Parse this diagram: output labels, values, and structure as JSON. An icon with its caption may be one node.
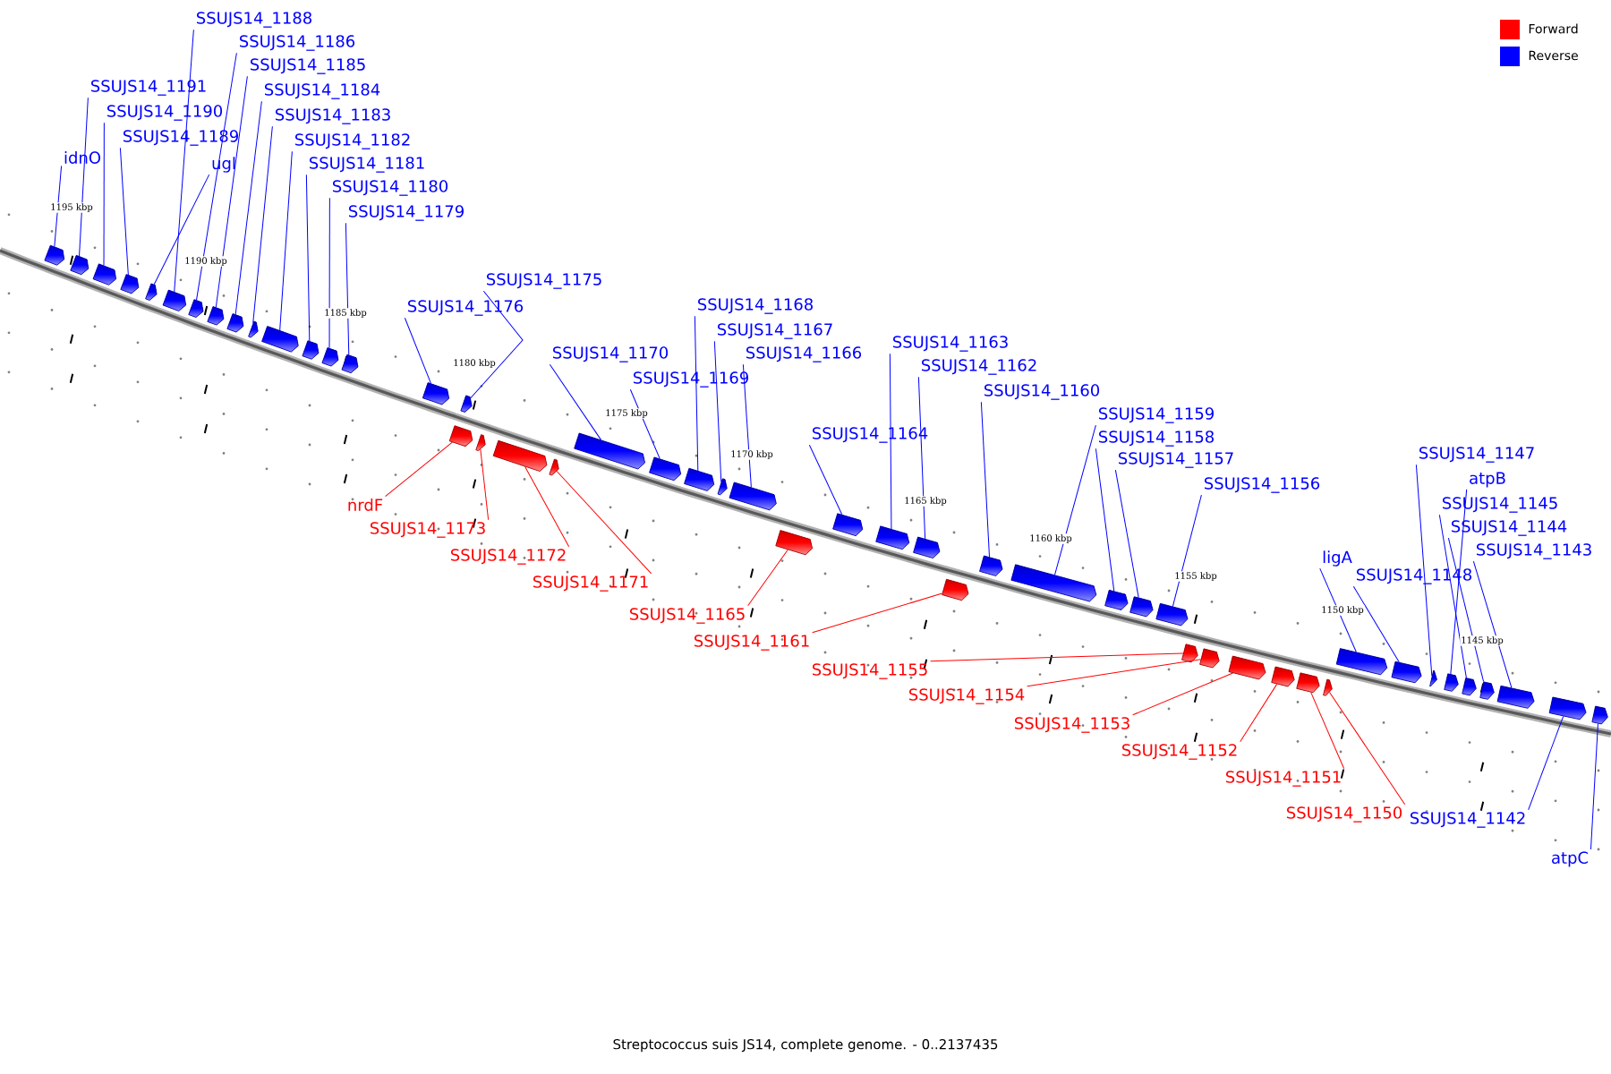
{
  "diagram": {
    "caption": "Streptococcus suis JS14, complete genome. - 0..2137435",
    "nodes": [
      {
        "text": [
          "idnO"
        ]
      },
      {
        "text": [
          "SSUJS14_1191"
        ]
      },
      {
        "text": [
          "SSUJS14_1190"
        ]
      },
      {
        "text": [
          "SSUJS14_1189"
        ]
      },
      {
        "text": [
          "ugl"
        ]
      },
      {
        "text": [
          "SSUJS14_1188"
        ]
      },
      {
        "text": [
          "SSUJS14_1186"
        ]
      },
      {
        "text": [
          "SSUJS14_1185"
        ]
      },
      {
        "text": [
          "SSUJS14_1184"
        ]
      },
      {
        "text": [
          "SSUJS14_1183"
        ]
      },
      {
        "text": [
          "SSUJS14_1182"
        ]
      },
      {
        "text": [
          "SSUJS14_1181"
        ]
      },
      {
        "text": [
          "SSUJS14_1180"
        ]
      },
      {
        "text": [
          "SSUJS14_1179"
        ]
      },
      {
        "text": [
          "SSUJS14_1176"
        ]
      },
      {
        "text": [
          "SSUJS14_1175"
        ]
      },
      {
        "text": [
          "SSUJS14_1170"
        ]
      },
      {
        "text": [
          "SSUJS14_1169"
        ]
      },
      {
        "text": [
          "SSUJS14_1168"
        ]
      },
      {
        "text": [
          "SSUJS14_1167"
        ]
      },
      {
        "text": [
          "SSUJS14_1166"
        ]
      },
      {
        "text": [
          "SSUJS14_1164"
        ]
      },
      {
        "text": [
          "SSUJS14_1163"
        ]
      },
      {
        "text": [
          "SSUJS14_1162"
        ]
      },
      {
        "text": [
          "SSUJS14_1160"
        ]
      },
      {
        "text": [
          "SSUJS14_1159"
        ]
      },
      {
        "text": [
          "SSUJS14_1158"
        ]
      },
      {
        "text": [
          "SSUJS14_1157"
        ]
      },
      {
        "text": [
          "SSUJS14_1156"
        ]
      },
      {
        "text": [
          "ligA"
        ]
      },
      {
        "text": [
          "SSUJS14_1148"
        ]
      },
      {
        "text": [
          "SSUJS14_1147"
        ]
      },
      {
        "text": [
          "atpB"
        ]
      },
      {
        "text": [
          "SSUJS14_1145"
        ]
      },
      {
        "text": [
          "SSUJS14_1144"
        ]
      },
      {
        "text": [
          "SSUJS14_1143"
        ]
      },
      {
        "text": [
          "SSUJS14_1142"
        ]
      },
      {
        "text": [
          "atpC"
        ]
      },
      {
        "text": [
          "nrdF"
        ]
      },
      {
        "text": [
          "SSUJS14_1173"
        ]
      },
      {
        "text": [
          "SSUJS14_1172"
        ]
      },
      {
        "text": [
          "SSUJS14_1171"
        ]
      },
      {
        "text": [
          "SSUJS14_1165"
        ]
      },
      {
        "text": [
          "SSUJS14_1161"
        ]
      },
      {
        "text": [
          "SSUJS14_1155"
        ]
      },
      {
        "text": [
          "SSUJS14_1154"
        ]
      },
      {
        "text": [
          "SSUJS14_1153"
        ]
      },
      {
        "text": [
          "SSUJS14_1152"
        ]
      },
      {
        "text": [
          "SSUJS14_1151"
        ]
      },
      {
        "text": [
          "SSUJS14_1150"
        ]
      },
      {
        "text": [],
        "shape": "arrow"
      },
      {
        "text": [],
        "shape": "arrow"
      },
      {
        "text": [],
        "shape": "arrow"
      },
      {
        "text": [],
        "shape": "arrow"
      },
      {
        "text": [],
        "shape": "arrow"
      },
      {
        "text": [],
        "shape": "arrow"
      },
      {
        "text": [],
        "shape": "arrow"
      },
      {
        "text": [],
        "shape": "arrow"
      },
      {
        "text": [],
        "shape": "arrow"
      },
      {
        "text": [],
        "shape": "arrow"
      },
      {
        "text": [],
        "shape": "arrow"
      },
      {
        "text": [],
        "shape": "arrow"
      },
      {
        "text": [],
        "shape": "arrow"
      },
      {
        "text": [],
        "shape": "arrow"
      },
      {
        "text": [],
        "shape": "arrow"
      },
      {
        "text": [],
        "shape": "arrow"
      },
      {
        "text": [],
        "shape": "arrow"
      },
      {
        "text": [],
        "shape": "arrow"
      },
      {
        "text": [],
        "shape": "arrow"
      },
      {
        "text": [],
        "shape": "arrow"
      },
      {
        "text": [],
        "shape": "arrow"
      },
      {
        "text": [],
        "shape": "arrow"
      },
      {
        "text": [],
        "shape": "arrow"
      },
      {
        "text": [],
        "shape": "arrow"
      },
      {
        "text": [],
        "shape": "arrow"
      },
      {
        "text": [],
        "shape": "arrow"
      },
      {
        "text": [],
        "shape": "arrow"
      },
      {
        "text": [],
        "shape": "arrow"
      },
      {
        "text": [],
        "shape": "arrow"
      },
      {
        "text": [],
        "shape": "arrow"
      },
      {
        "text": [],
        "shape": "arrow"
      },
      {
        "text": [],
        "shape": "arrow"
      },
      {
        "text": [],
        "shape": "arrow"
      },
      {
        "text": [],
        "shape": "arrow"
      },
      {
        "text": [],
        "shape": "arrow"
      },
      {
        "text": [],
        "shape": "arrow"
      },
      {
        "text": [],
        "shape": "arrow"
      },
      {
        "text": [],
        "shape": "arrow"
      },
      {
        "text": [],
        "shape": "arrow"
      },
      {
        "text": [],
        "shape": "arrow"
      },
      {
        "text": [],
        "shape": "arrow"
      },
      {
        "text": [],
        "shape": "arrow"
      },
      {
        "text": [],
        "shape": "arrow"
      },
      {
        "text": [],
        "shape": "arrow"
      },
      {
        "text": [],
        "shape": "arrow"
      },
      {
        "text": [],
        "shape": "arrow"
      },
      {
        "text": [],
        "shape": "arrow"
      },
      {
        "text": [],
        "shape": "arrow"
      },
      {
        "text": [],
        "shape": "arrow"
      },
      {
        "text": [],
        "shape": "arrow"
      }
    ],
    "edges": [
      {
        "from": 0,
        "to": 50,
        "arrow": "none"
      },
      {
        "from": 1,
        "to": 51,
        "arrow": "none"
      },
      {
        "from": 2,
        "to": 52,
        "arrow": "none"
      },
      {
        "from": 3,
        "to": 53,
        "arrow": "none"
      },
      {
        "from": 4,
        "to": 54,
        "arrow": "none"
      },
      {
        "from": 5,
        "to": 55,
        "arrow": "none"
      },
      {
        "from": 6,
        "to": 56,
        "arrow": "none"
      },
      {
        "from": 7,
        "to": 57,
        "arrow": "none"
      },
      {
        "from": 8,
        "to": 58,
        "arrow": "none"
      },
      {
        "from": 9,
        "to": 59,
        "arrow": "none"
      },
      {
        "from": 10,
        "to": 60,
        "arrow": "none"
      },
      {
        "from": 11,
        "to": 61,
        "arrow": "none"
      },
      {
        "from": 12,
        "to": 62,
        "arrow": "none"
      },
      {
        "from": 13,
        "to": 63,
        "arrow": "none"
      },
      {
        "from": 14,
        "to": 64,
        "arrow": "none"
      },
      {
        "from": 15,
        "to": 66,
        "arrow": "none"
      },
      {
        "from": 16,
        "to": 70,
        "arrow": "none"
      },
      {
        "from": 17,
        "to": 71,
        "arrow": "none"
      },
      {
        "from": 18,
        "to": 72,
        "arrow": "none"
      },
      {
        "from": 19,
        "to": 73,
        "arrow": "none"
      },
      {
        "from": 20,
        "to": 74,
        "arrow": "none"
      },
      {
        "from": 21,
        "to": 76,
        "arrow": "none"
      },
      {
        "from": 22,
        "to": 77,
        "arrow": "none"
      },
      {
        "from": 23,
        "to": 78,
        "arrow": "none"
      },
      {
        "from": 24,
        "to": 80,
        "arrow": "none"
      },
      {
        "from": 25,
        "to": 81,
        "arrow": "none"
      },
      {
        "from": 26,
        "to": 82,
        "arrow": "none"
      },
      {
        "from": 27,
        "to": 83,
        "arrow": "none"
      },
      {
        "from": 28,
        "to": 84,
        "arrow": "none"
      },
      {
        "from": 29,
        "to": 91,
        "arrow": "none"
      },
      {
        "from": 30,
        "to": 92,
        "arrow": "none"
      },
      {
        "from": 31,
        "to": 93,
        "arrow": "none"
      },
      {
        "from": 32,
        "to": 94,
        "arrow": "none"
      },
      {
        "from": 33,
        "to": 95,
        "arrow": "none"
      },
      {
        "from": 34,
        "to": 96,
        "arrow": "none"
      },
      {
        "from": 35,
        "to": 97,
        "arrow": "none"
      },
      {
        "from": 36,
        "to": 98,
        "arrow": "none"
      },
      {
        "from": 37,
        "to": 99,
        "arrow": "none"
      },
      {
        "from": 38,
        "to": 65,
        "arrow": "none",
        "color": "#ff0000"
      },
      {
        "from": 39,
        "to": 67,
        "arrow": "none",
        "color": "#ff0000"
      },
      {
        "from": 40,
        "to": 68,
        "arrow": "none",
        "color": "#ff0000"
      },
      {
        "from": 41,
        "to": 69,
        "arrow": "none",
        "color": "#ff0000"
      },
      {
        "from": 42,
        "to": 75,
        "arrow": "none",
        "color": "#ff0000"
      },
      {
        "from": 43,
        "to": 79,
        "arrow": "none",
        "color": "#ff0000"
      },
      {
        "from": 44,
        "to": 85,
        "arrow": "none",
        "color": "#ff0000"
      },
      {
        "from": 45,
        "to": 86,
        "arrow": "none",
        "color": "#ff0000"
      },
      {
        "from": 46,
        "to": 87,
        "arrow": "none",
        "color": "#ff0000"
      },
      {
        "from": 47,
        "to": 88,
        "arrow": "none",
        "color": "#ff0000"
      },
      {
        "from": 48,
        "to": 89,
        "arrow": "none",
        "color": "#ff0000"
      },
      {
        "from": 49,
        "to": 90,
        "arrow": "none",
        "color": "#ff0000"
      }
    ],
    "labels": [
      "1195 kbp",
      "1190 kbp",
      "1185 kbp",
      "1180 kbp",
      "1175 kbp",
      "1170 kbp",
      "1165 kbp",
      "1160 kbp",
      "1155 kbp",
      "1150 kbp",
      "1145 kbp"
    ],
    "legend": [
      {
        "text": "Forward",
        "color": "#ff0000"
      },
      {
        "text": "Reverse",
        "color": "#0000ff"
      }
    ]
  }
}
